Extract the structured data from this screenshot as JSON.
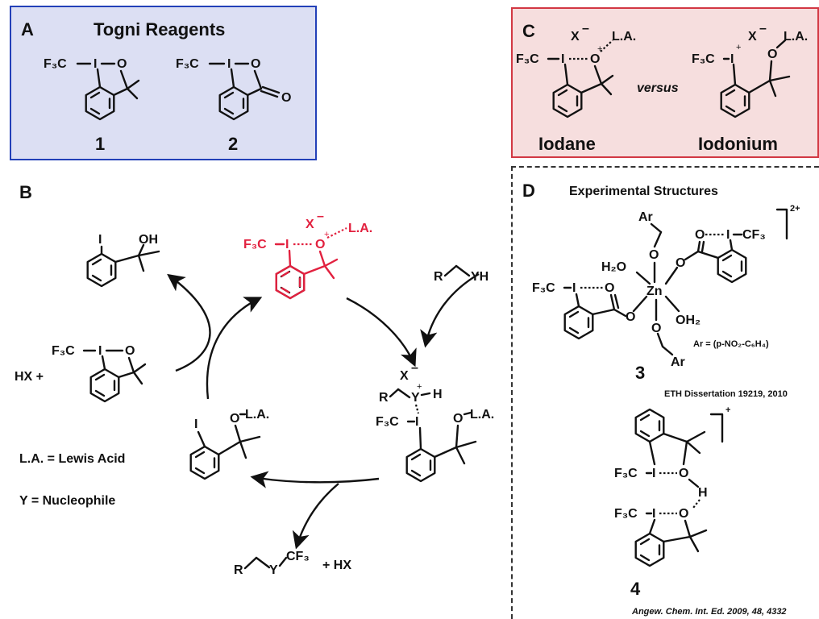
{
  "panel_a": {
    "letter": "A",
    "title": "Togni Reagents",
    "compound_1": "1",
    "compound_2": "2"
  },
  "panel_b": {
    "letter": "B",
    "hx_plus": "HX  +",
    "la_def": "L.A. = Lewis Acid",
    "y_def": "Y = Nucleophile",
    "products": "+  HX"
  },
  "panel_c": {
    "letter": "C",
    "versus": "versus",
    "iodane": "Iodane",
    "iodonium": "Iodonium"
  },
  "panel_d": {
    "letter": "D",
    "title": "Experimental Structures",
    "compound_3": "3",
    "compound_4": "4",
    "ar_def": "Ar = (p-NO₂-C₆H₄)",
    "ref_3": "ETH Dissertation 19219, 2010",
    "ref_4": "Angew. Chem. Int. Ed. 2009, 48, 4332",
    "charge_3": "2+",
    "charge_4": "+"
  },
  "atoms": {
    "F3C": "F₃C",
    "I": "I",
    "O": "O",
    "OH": "OH",
    "X": "X",
    "LA": "L.A.",
    "R": "R",
    "YH": "YH",
    "Y": "Y",
    "H": "H",
    "CF3": "CF₃",
    "Zn": "Zn",
    "H2O": "H₂O",
    "OH2": "OH₂",
    "Ar": "Ar",
    "minus": "–",
    "plus": "+"
  },
  "colors": {
    "panel_a_border": "#2340b8",
    "panel_a_fill": "#dcdff3",
    "panel_c_border": "#d23843",
    "panel_c_fill": "#f6dede",
    "highlight": "#e2213f"
  }
}
